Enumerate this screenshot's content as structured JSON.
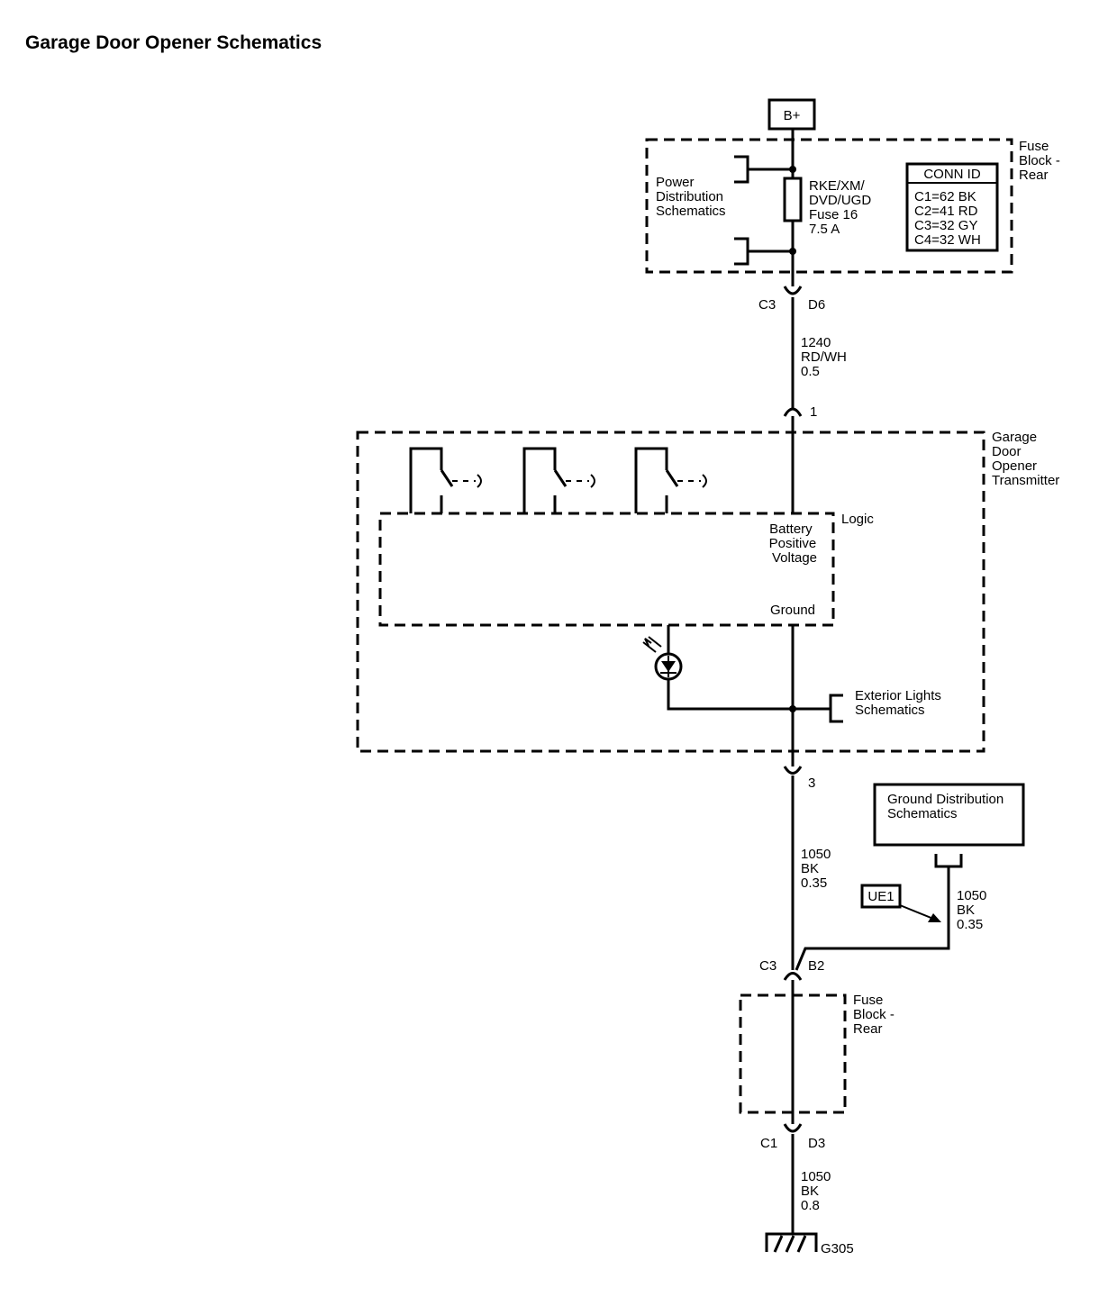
{
  "title": "Garage Door Opener Schematics",
  "battery": "B+",
  "fuse_block_top": {
    "label": [
      "Fuse",
      "Block -",
      "Rear"
    ]
  },
  "power_dist": [
    "Power",
    "Distribution",
    "Schematics"
  ],
  "fuse": [
    "RKE/XM/",
    "DVD/UGD",
    "Fuse 16",
    "7.5 A"
  ],
  "conn_id": {
    "header": "CONN ID",
    "rows": [
      "C1=62 BK",
      "C2=41 RD",
      "C3=32 GY",
      "C4=32 WH"
    ]
  },
  "conn_top": {
    "left": "C3",
    "right": "D6"
  },
  "wire1": [
    "1240",
    "RD/WH",
    "0.5"
  ],
  "pin1": "1",
  "module": {
    "label": [
      "Garage",
      "Door",
      "Opener",
      "Transmitter"
    ],
    "logic": "Logic"
  },
  "bpv": [
    "Battery",
    "Positive",
    "Voltage"
  ],
  "ground_label": "Ground",
  "ext_lights": [
    "Exterior Lights",
    "Schematics"
  ],
  "pin3": "3",
  "ground_dist": [
    "Ground Distribution",
    "Schematics"
  ],
  "wire2": [
    "1050",
    "BK",
    "0.35"
  ],
  "wire3": [
    "1050",
    "BK",
    "0.35"
  ],
  "ue1": "UE1",
  "conn_mid": {
    "left": "C3",
    "right": "B2"
  },
  "fuse_block_bottom": {
    "label": [
      "Fuse",
      "Block -",
      "Rear"
    ]
  },
  "conn_bottom": {
    "left": "C1",
    "right": "D3"
  },
  "wire4": [
    "1050",
    "BK",
    "0.8"
  ],
  "ground_point": "G305"
}
